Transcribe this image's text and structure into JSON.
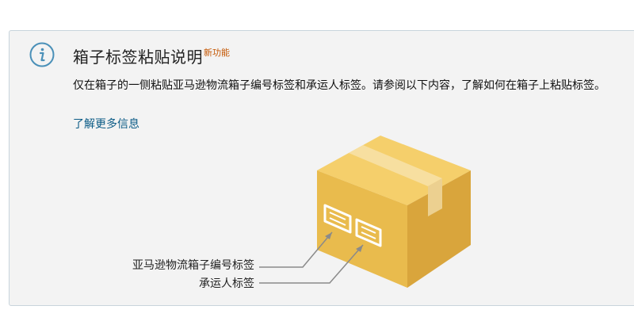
{
  "panel": {
    "title": "箱子标签粘贴说明",
    "badge": "新功能",
    "description": "仅在箱子的一侧粘贴亚马逊物流箱子编号标签和承运人标签。请参阅以下内容，了解如何在箱子上粘贴标签。",
    "link": "了解更多信息"
  },
  "illustration": {
    "label_box_id": "亚马逊物流箱子编号标签",
    "label_carrier": "承运人标签"
  },
  "icons": {
    "info": "info-icon",
    "box": "package-box-icon"
  },
  "colors": {
    "panel_bg": "#f3f3f3",
    "panel_border": "#c8d4dc",
    "link": "#0b5b86",
    "badge": "#c45500",
    "box_front": "#e8b84a",
    "box_top": "#f5cf6b",
    "box_side": "#d9a33a"
  }
}
